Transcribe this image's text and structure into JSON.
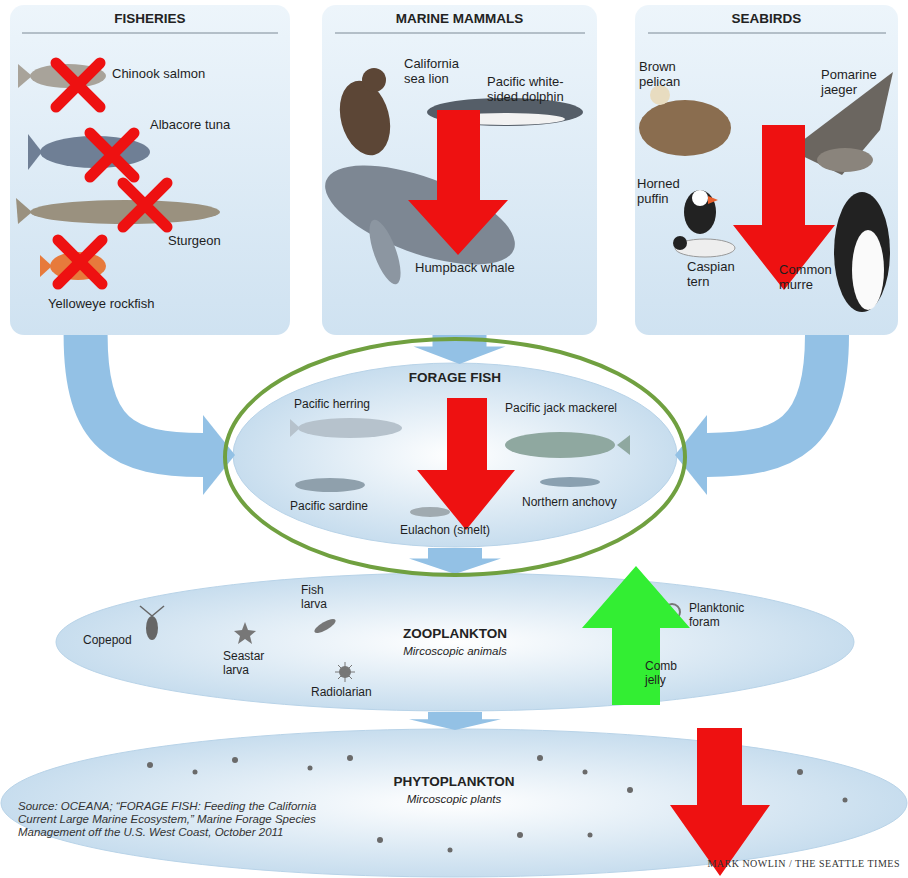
{
  "diagram": {
    "nodes": [
      {
        "text": [
          "FISHERIES",
          "Chinook salmon",
          "Albacore tuna",
          "Sturgeon",
          "Yelloweye rockfish"
        ]
      },
      {
        "text": [
          "MARINE MAMMALS",
          "California sea lion",
          "Pacific white-sided dolphin",
          "Humpback whale"
        ]
      },
      {
        "text": [
          "SEABIRDS",
          "Brown pelican",
          "Pomarine jaeger",
          "Horned puffin",
          "Caspian tern",
          "Common murre"
        ]
      },
      {
        "text": [
          "FORAGE FISH",
          "Pacific herring",
          "Pacific jack mackerel",
          "Pacific sardine",
          "Eulachon (smelt)",
          "Northern anchovy"
        ]
      },
      {
        "text": [
          "ZOOPLANKTON",
          "Mircoscopic animals",
          "Fish larva",
          "Copepod",
          "Seastar larva",
          "Radiolarian",
          "Planktonic foram",
          "Comb jelly"
        ]
      },
      {
        "text": [
          "PHYTOPLANKTON",
          "Mircoscopic plants"
        ]
      }
    ],
    "edges": [
      {
        "from": 0,
        "to": 3,
        "arrow": "to"
      },
      {
        "from": 1,
        "to": 3,
        "arrow": "to"
      },
      {
        "from": 2,
        "to": 3,
        "arrow": "to"
      },
      {
        "from": 3,
        "to": 4,
        "arrow": "to"
      },
      {
        "from": 4,
        "to": 5,
        "arrow": "to"
      }
    ],
    "labels": [
      "Source: OCEANA; “FORAGE FISH: Feeding the California Current Large Marine Ecosystem,” Marine Forage Species Management off the U.S. West Coast, October 2011",
      "MARK NOWLIN / THE SEATTLE TIMES"
    ]
  }
}
